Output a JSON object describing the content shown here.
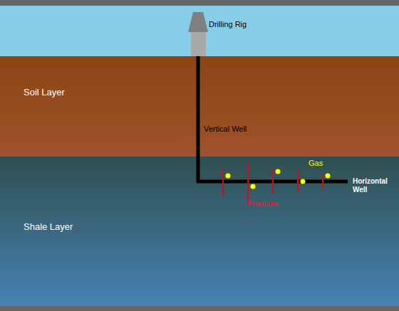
{
  "diagram": {
    "nodes": [
      {
        "text": [
          "Drilling Rig"
        ]
      },
      {
        "text": [
          "Soil Layer"
        ]
      },
      {
        "text": [
          "Shale Layer"
        ]
      }
    ],
    "labels": [
      "Vertical Well",
      "Gas",
      "Fractures",
      "Horizontal Well"
    ]
  }
}
